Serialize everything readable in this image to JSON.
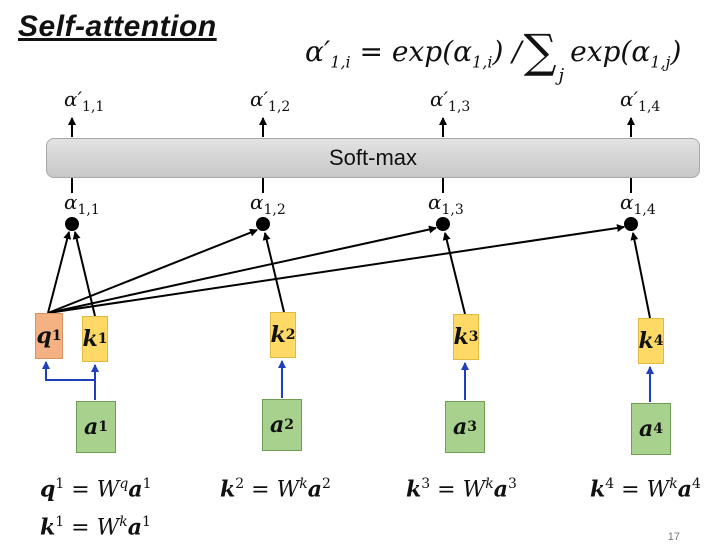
{
  "title": "Self-attention",
  "formula": {
    "lhs": "α′",
    "lhs_sub": "1,i",
    "middle": " = exp(α",
    "mid_sub": "1,i",
    "mid_close": ") /",
    "sum_symbol": "∑",
    "sum_sub": "j",
    "rhs": "exp(α",
    "rhs_sub": "1,j",
    "rhs_close": ")"
  },
  "softmax_label": "Soft-max",
  "outputs": [
    {
      "sym": "α′",
      "sub": "1,1"
    },
    {
      "sym": "α′",
      "sub": "1,2"
    },
    {
      "sym": "α′",
      "sub": "1,3"
    },
    {
      "sym": "α′",
      "sub": "1,4"
    }
  ],
  "scores": [
    {
      "sym": "α",
      "sub": "1,1"
    },
    {
      "sym": "α",
      "sub": "1,2"
    },
    {
      "sym": "α",
      "sub": "1,3"
    },
    {
      "sym": "α",
      "sub": "1,4"
    }
  ],
  "query": {
    "sym": "q",
    "sup": "1"
  },
  "keys": [
    {
      "sym": "k",
      "sup": "1"
    },
    {
      "sym": "k",
      "sup": "2"
    },
    {
      "sym": "k",
      "sup": "3"
    },
    {
      "sym": "k",
      "sup": "4"
    }
  ],
  "inputs": [
    {
      "sym": "a",
      "sup": "1"
    },
    {
      "sym": "a",
      "sup": "2"
    },
    {
      "sym": "a",
      "sup": "3"
    },
    {
      "sym": "a",
      "sup": "4"
    }
  ],
  "equations": [
    {
      "lhs": "q",
      "lhs_sup": "1",
      "eq": " = ",
      "w": "W",
      "w_sup": "q",
      "rhs": "a",
      "rhs_sup": "1"
    },
    {
      "lhs": "k",
      "lhs_sup": "2",
      "eq": " = ",
      "w": "W",
      "w_sup": "k",
      "rhs": "a",
      "rhs_sup": "2"
    },
    {
      "lhs": "k",
      "lhs_sup": "3",
      "eq": " = ",
      "w": "W",
      "w_sup": "k",
      "rhs": "a",
      "rhs_sup": "3"
    },
    {
      "lhs": "k",
      "lhs_sup": "4",
      "eq": " = ",
      "w": "W",
      "w_sup": "k",
      "rhs": "a",
      "rhs_sup": "4"
    },
    {
      "lhs": "k",
      "lhs_sup": "1",
      "eq": " = ",
      "w": "W",
      "w_sup": "k",
      "rhs": "a",
      "rhs_sup": "1"
    }
  ],
  "page_number": "17",
  "colors": {
    "query": "#f4b183",
    "key": "#ffd966",
    "input": "#a9d18e",
    "blue_arrow": "#1f3fbf"
  }
}
